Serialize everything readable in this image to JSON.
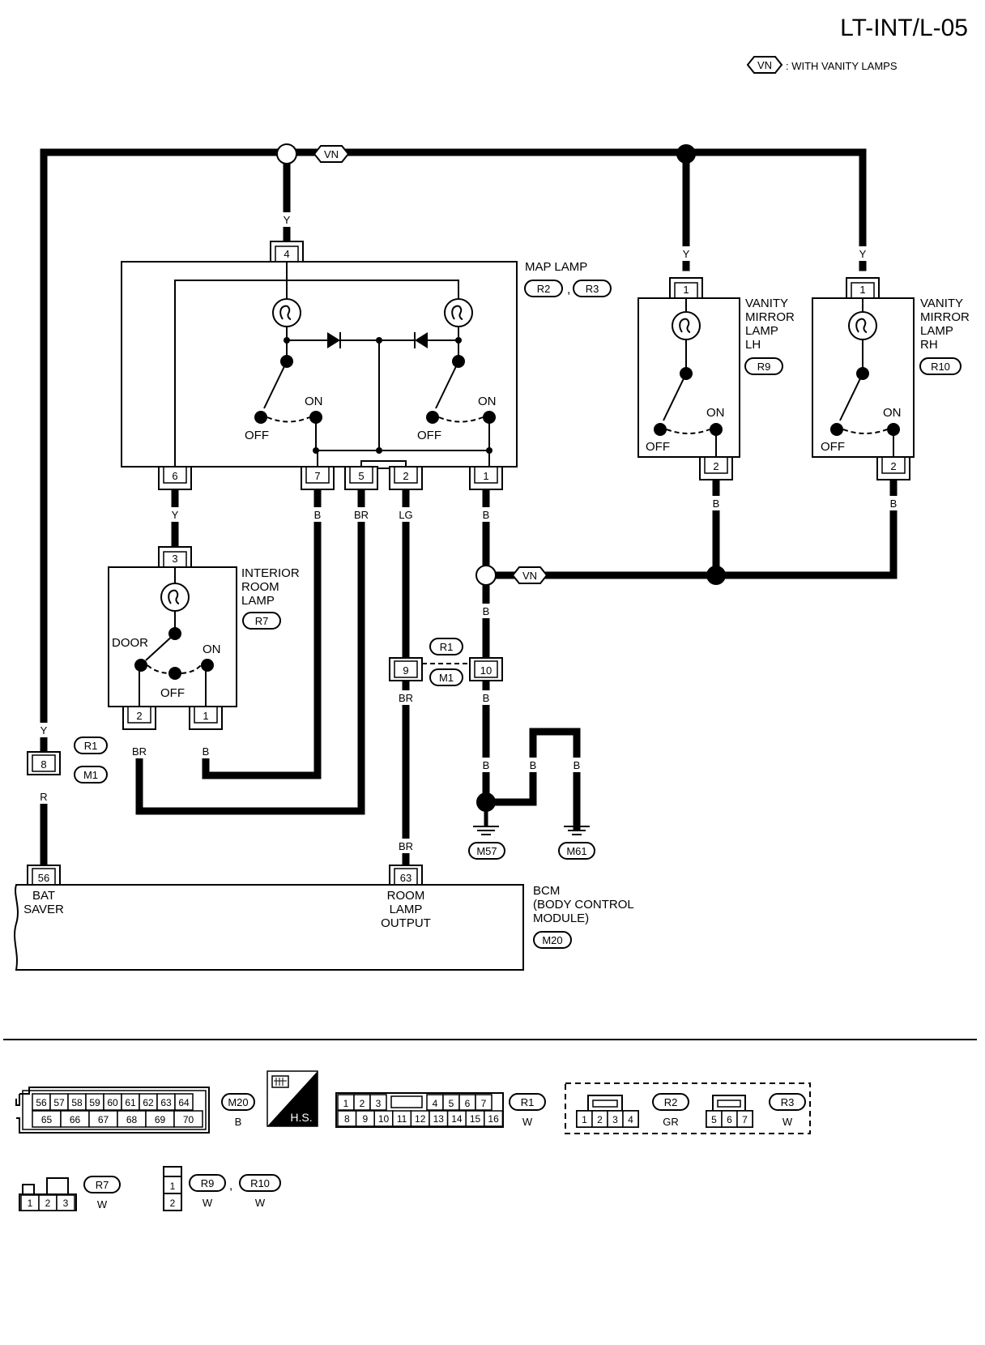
{
  "page_id": "LT-INT/L-05",
  "legend": {
    "code": "VN",
    "text": ": WITH VANITY LAMPS"
  },
  "components": {
    "map_lamp": {
      "name": "MAP LAMP",
      "connectors": [
        "R2",
        "R3"
      ]
    },
    "vanity_lh": {
      "name": [
        "VANITY",
        "MIRROR",
        "LAMP",
        "LH"
      ],
      "connector": "R9"
    },
    "vanity_rh": {
      "name": [
        "VANITY",
        "MIRROR",
        "LAMP",
        "RH"
      ],
      "connector": "R10"
    },
    "interior_room_lamp": {
      "name": [
        "INTERIOR",
        "ROOM",
        "LAMP"
      ],
      "connector": "R7"
    },
    "bcm": {
      "name": [
        "BCM",
        "(BODY CONTROL",
        "MODULE)"
      ],
      "connector": "M20",
      "pin56_label": [
        "BAT",
        "SAVER"
      ],
      "pin63_label": [
        "ROOM",
        "LAMP",
        "OUTPUT"
      ]
    }
  },
  "pins": {
    "map4": "4",
    "map6": "6",
    "map7": "7",
    "map5": "5",
    "map2": "2",
    "map1": "1",
    "vlh1": "1",
    "vlh2": "2",
    "vrh1": "1",
    "vrh2": "2",
    "irl3": "3",
    "irl2": "2",
    "irl1": "1",
    "j8": "8",
    "j9": "9",
    "j10": "10",
    "bcm56": "56",
    "bcm63": "63"
  },
  "wire_colors": {
    "Y": "Y",
    "B": "B",
    "BR": "BR",
    "LG": "LG",
    "R": "R"
  },
  "switch_labels": {
    "on": "ON",
    "off": "OFF",
    "door": "DOOR"
  },
  "joints": {
    "left": [
      "R1",
      "M1"
    ],
    "mid": [
      "R1",
      "M1"
    ]
  },
  "grounds": [
    "M57",
    "M61"
  ],
  "hs": "H.S.",
  "connector_views": {
    "m20": {
      "id": "M20",
      "color": "B",
      "row1": [
        "56",
        "57",
        "58",
        "59",
        "60",
        "61",
        "62",
        "63",
        "64"
      ],
      "row2": [
        "65",
        "66",
        "67",
        "68",
        "69",
        "70"
      ]
    },
    "r1": {
      "id": "R1",
      "color": "W",
      "row1": [
        "1",
        "2",
        "3",
        "4",
        "5",
        "6",
        "7"
      ],
      "row2": [
        "8",
        "9",
        "10",
        "11",
        "12",
        "13",
        "14",
        "15",
        "16"
      ]
    },
    "r2": {
      "id": "R2",
      "color": "GR",
      "pins": [
        "1",
        "2",
        "3",
        "4"
      ]
    },
    "r3": {
      "id": "R3",
      "color": "W",
      "pins": [
        "5",
        "6",
        "7"
      ]
    },
    "r7": {
      "id": "R7",
      "color": "W",
      "pins": [
        "1",
        "2",
        "3"
      ]
    },
    "r9": {
      "id": "R9",
      "color": "W",
      "pins": [
        "1",
        "2"
      ]
    },
    "r10": {
      "id": "R10",
      "color": "W"
    }
  }
}
